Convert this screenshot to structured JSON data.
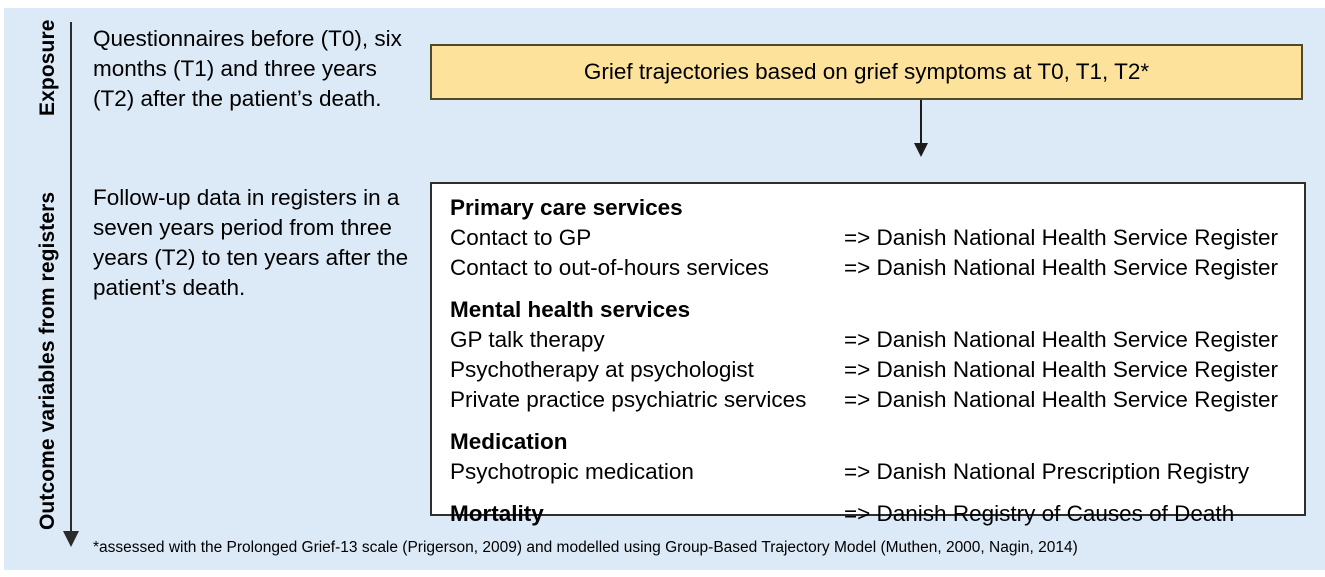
{
  "figure": {
    "background_color": "#dce9f6",
    "exposure_box_color": "#fce29a",
    "outcome_box_color": "#ffffff"
  },
  "axis": {
    "sections": [
      {
        "label": "Exposure"
      },
      {
        "label": "Outcome variables from registers"
      }
    ],
    "arrow_icon": "down-arrow-icon"
  },
  "exposure": {
    "description": "Questionnaires before (T0), six months (T1) and three years (T2) after the patient’s death.",
    "box_label": "Grief trajectories based on grief symptoms at T0, T1, T2*"
  },
  "outcome": {
    "description": "Follow-up data in registers in a seven years period from three years (T2) to ten years after the patient’s death.",
    "groups": [
      {
        "heading": "Primary care services",
        "rows": [
          {
            "label": "Contact to GP",
            "register": "=> Danish National Health Service Register",
            "bold": false
          },
          {
            "label": "Contact to out-of-hours services",
            "register": "=> Danish National Health Service Register",
            "bold": false
          }
        ]
      },
      {
        "heading": "Mental health services",
        "rows": [
          {
            "label": "GP talk therapy",
            "register": "=> Danish National Health Service Register",
            "bold": false
          },
          {
            "label": "Psychotherapy at psychologist",
            "register": "=> Danish National Health Service Register",
            "bold": false
          },
          {
            "label": "Private practice psychiatric services",
            "register": "=> Danish National Health Service Register",
            "bold": false
          }
        ]
      },
      {
        "heading": "Medication",
        "rows": [
          {
            "label": "Psychotropic medication",
            "register": "=> Danish National Prescription Registry",
            "bold": false
          }
        ]
      },
      {
        "heading": null,
        "rows": [
          {
            "label": "Mortality",
            "register": "=> Danish Registry of Causes of Death",
            "bold": true
          }
        ]
      }
    ]
  },
  "footnote": {
    "text": "*assessed with the Prolonged Grief-13 scale (Prigerson, 2009) and modelled using Group-Based Trajectory Model (Muthen, 2000, Nagin, 2014)"
  }
}
